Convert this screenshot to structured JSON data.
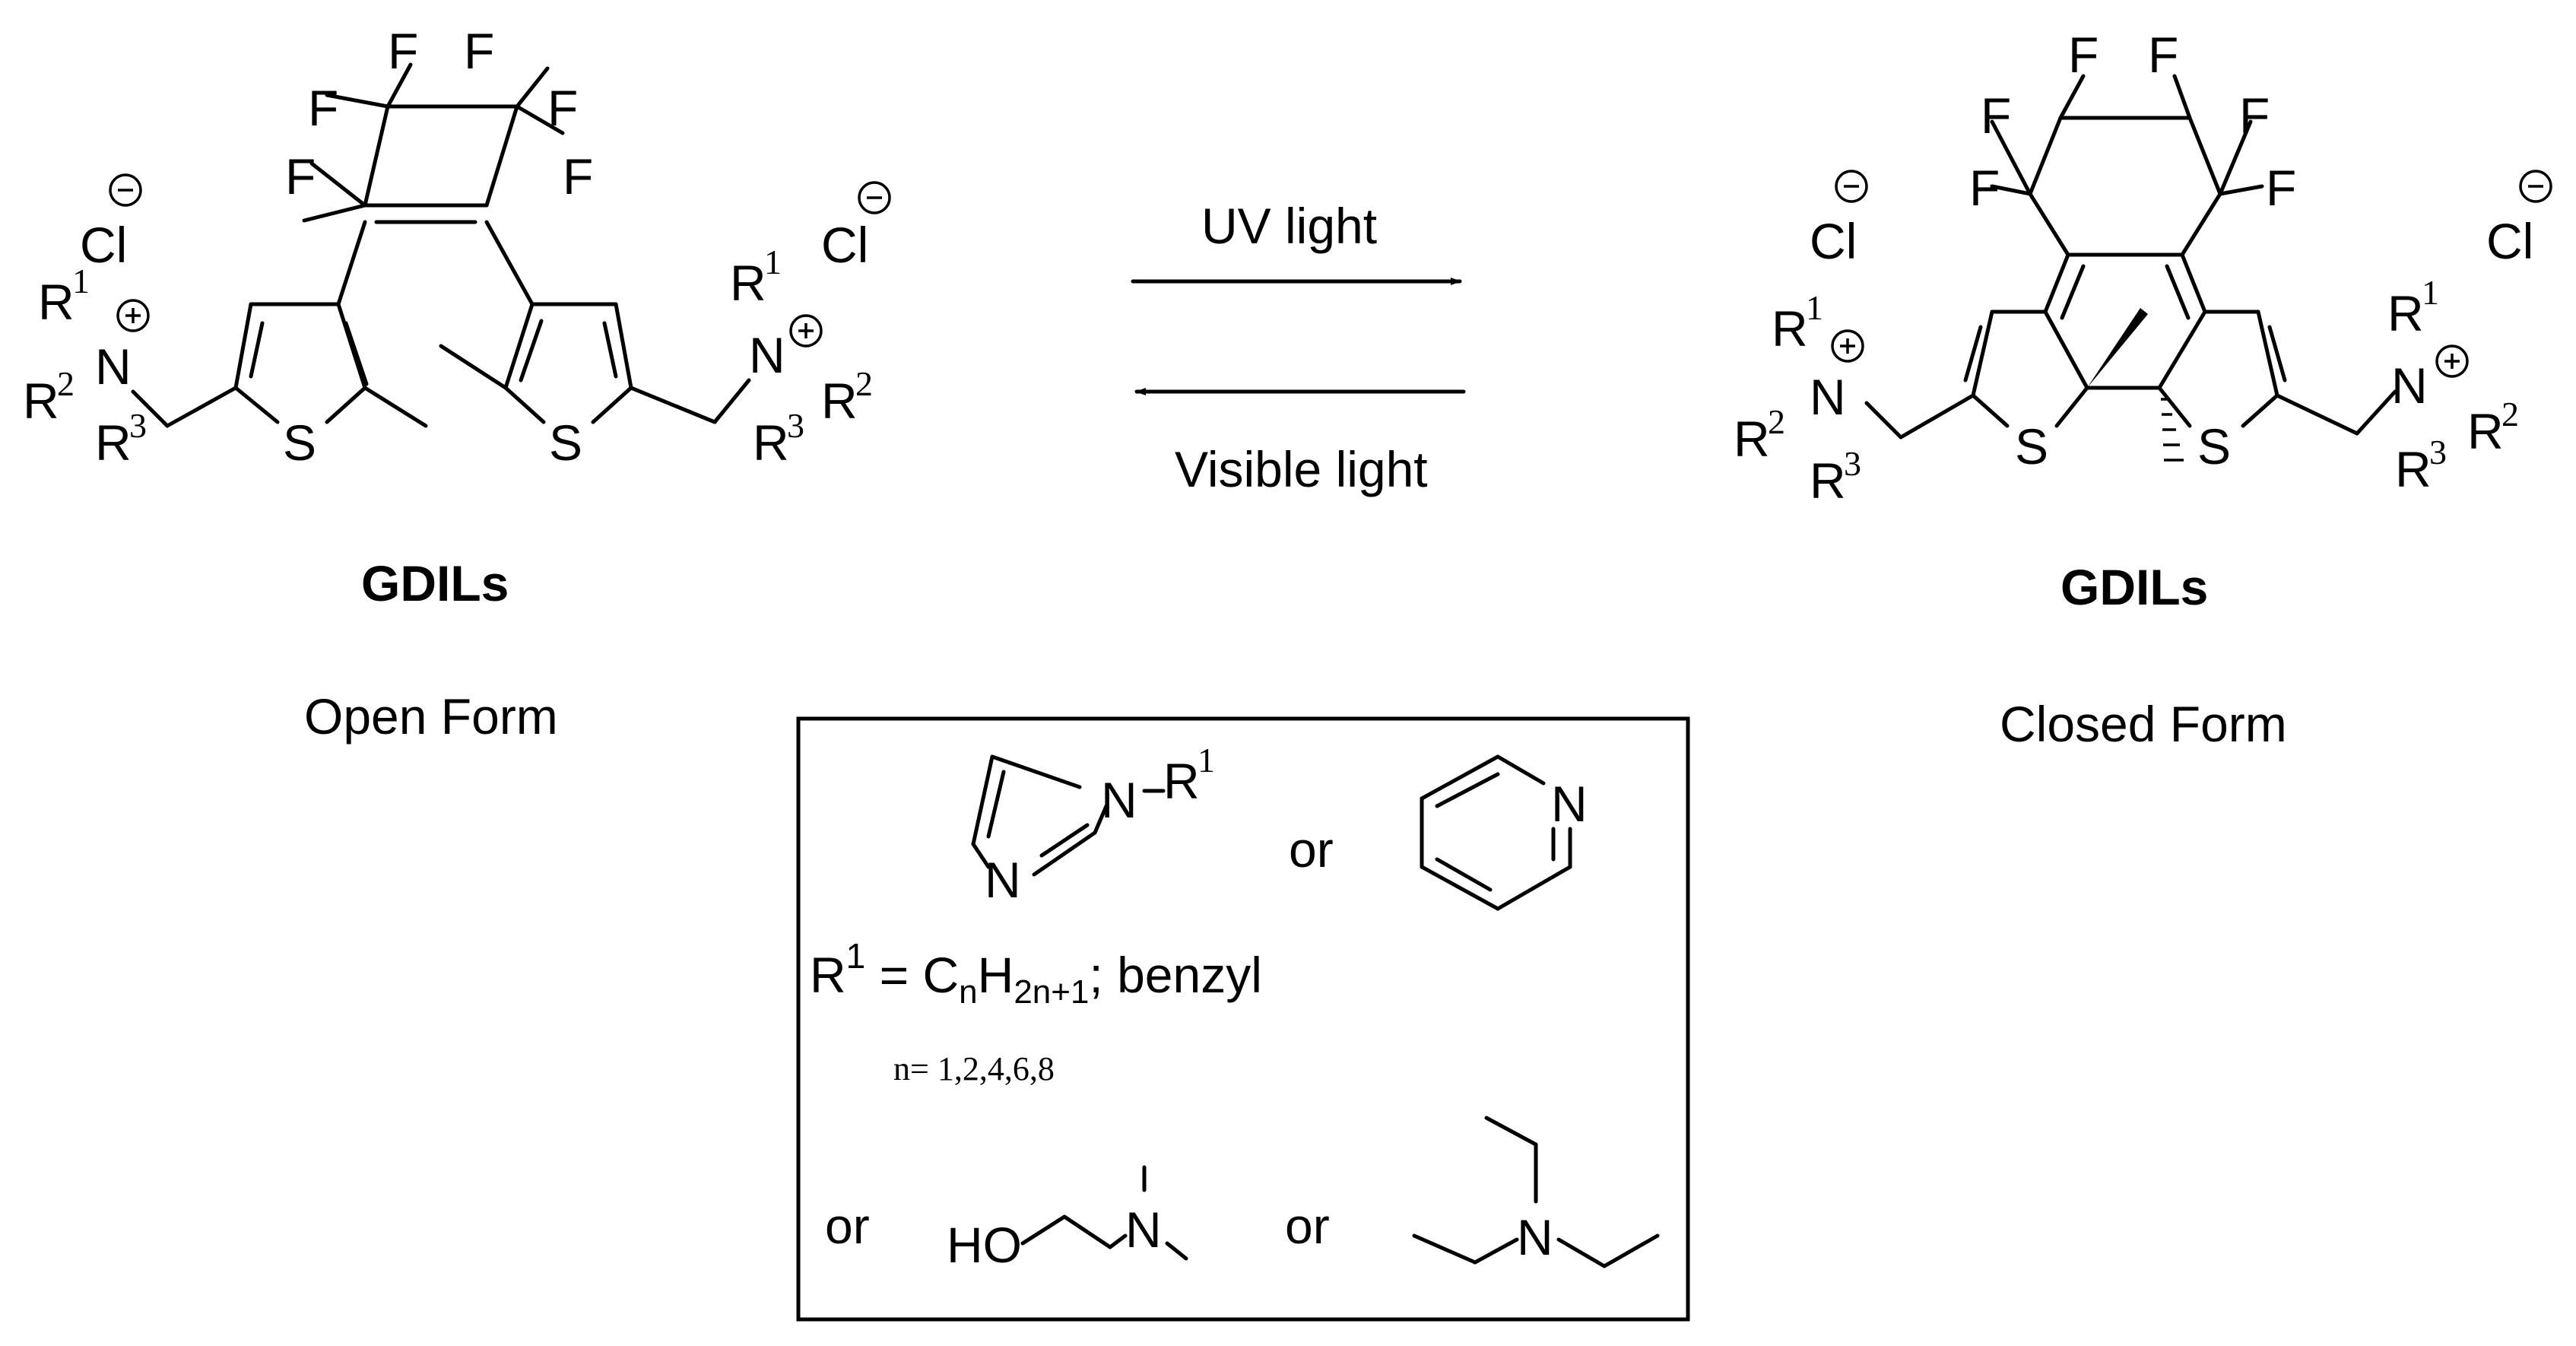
{
  "atoms": {
    "F": "F",
    "S": "S",
    "N": "N",
    "Cl": "Cl",
    "R": "R",
    "sup1": "1",
    "sup2": "2",
    "sup3": "3"
  },
  "arrows": {
    "forward_label": "UV light",
    "backward_label": "Visible light"
  },
  "open_form": {
    "name": "GDILs",
    "caption": "Open Form"
  },
  "closed_form": {
    "name": "GDILs",
    "caption": "Closed Form"
  },
  "box": {
    "imidazole_substituent": "R",
    "imidazole_substituent_sup": "1",
    "imidazole_N": "N",
    "pyridine_N": "N",
    "or": "or",
    "r1_definition": {
      "lhs": "R",
      "lhs_sup": "1",
      "eq": " = C",
      "n_sub": "n",
      "H": "H",
      "h_sub": "2n+1",
      "rest": "; benzyl"
    },
    "n_values": "n= 1,2,4,6,8",
    "ethanolamine_HO": "HO",
    "ethanolamine_N": "N",
    "triethylamine_N": "N"
  }
}
